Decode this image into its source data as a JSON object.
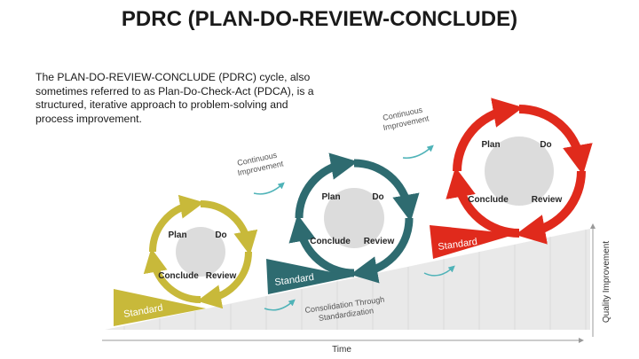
{
  "title": "PDRC (PLAN-DO-REVIEW-CONCLUDE)",
  "intro": "The PLAN-DO-REVIEW-CONCLUDE (PDRC) cycle, also sometimes referred to as Plan-Do-Check-Act (PDCA), is a structured, iterative approach to problem-solving and process improvement.",
  "colors": {
    "cycle1": "#c8b93a",
    "cycle2": "#2e6b70",
    "cycle3": "#e02a1c",
    "quadrant": "#dcdcdc",
    "ramp": "#e6e6e6",
    "arrow": "#4fb3b8"
  },
  "cycles": [
    {
      "plan": "Plan",
      "do": "Do",
      "review": "Review",
      "conclude": "Conclude",
      "standard": "Standard"
    },
    {
      "plan": "Plan",
      "do": "Do",
      "review": "Review",
      "conclude": "Conclude",
      "standard": "Standard"
    },
    {
      "plan": "Plan",
      "do": "Do",
      "review": "Review",
      "conclude": "Conclude",
      "standard": "Standard"
    }
  ],
  "annotations": {
    "continuous_1": [
      "Continuous",
      "Improvement"
    ],
    "continuous_2": [
      "Continuous",
      "Improvement"
    ],
    "consolidation": [
      "Consolidation Through",
      "Standardization"
    ]
  },
  "axes": {
    "x": "Time",
    "y": "Quality Improvement"
  }
}
